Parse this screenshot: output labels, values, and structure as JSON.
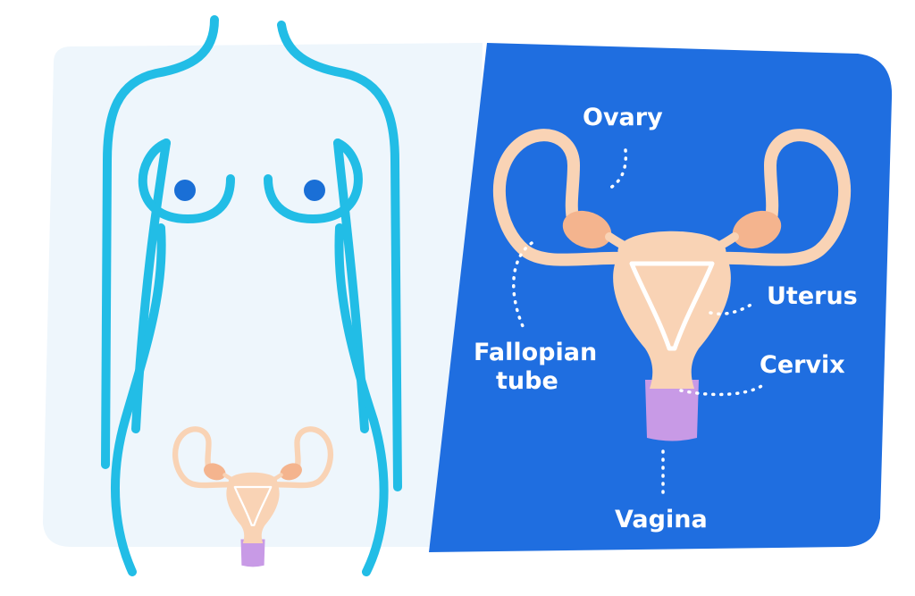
{
  "colors": {
    "light_panel": "#eef6fc",
    "dark_panel": "#1f6ee0",
    "body_outline": "#22bde6",
    "nipple": "#1a6fd6",
    "uterus": "#f9d3b5",
    "ovary": "#f4b48e",
    "vagina": "#c89ae6",
    "label_text": "#ffffff"
  },
  "labels": {
    "ovary": "Ovary",
    "uterus": "Uterus",
    "cervix": "Cervix",
    "fallopian_line1": "Fallopian",
    "fallopian_line2": "tube",
    "vagina": "Vagina"
  },
  "icons": {
    "body": "female-torso-outline",
    "organ": "uterus-illustration"
  }
}
